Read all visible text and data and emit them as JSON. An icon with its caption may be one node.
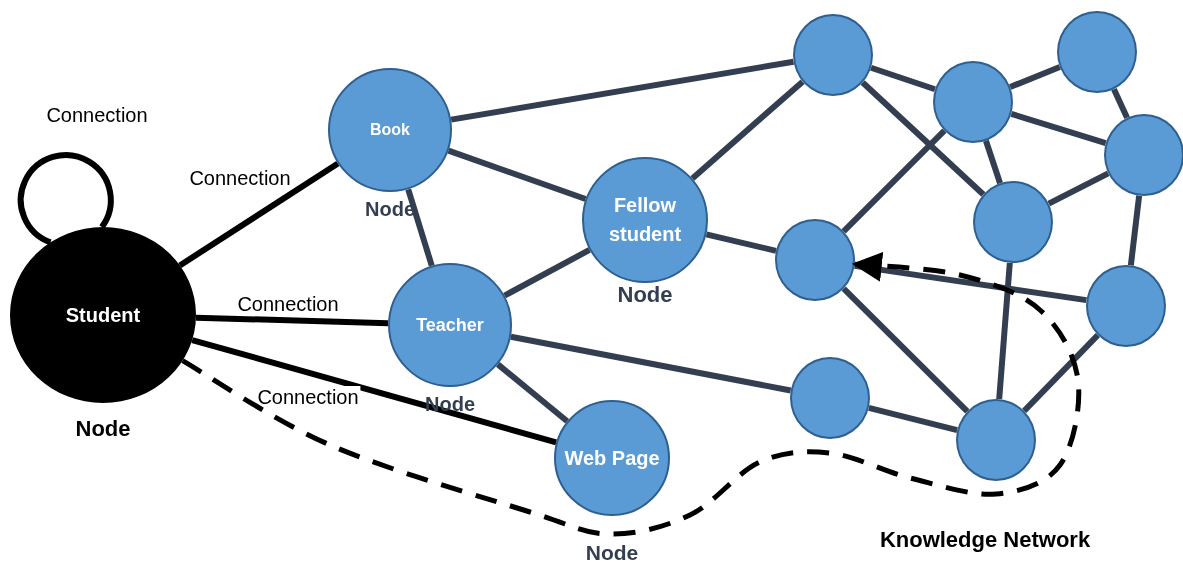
{
  "diagram": {
    "nodes": [
      {
        "text": [
          "Student"
        ],
        "beside": [
          "Node"
        ]
      },
      {
        "text": [
          "Book"
        ],
        "beside": [
          "Node"
        ]
      },
      {
        "text": [
          "Fellow student"
        ],
        "beside": [
          "Node"
        ]
      },
      {
        "text": [
          "Teacher"
        ],
        "beside": [
          "Node"
        ]
      },
      {
        "text": [
          "Web Page"
        ],
        "beside": [
          "Node"
        ]
      },
      {
        "text": [],
        "shape": "circle"
      },
      {
        "text": [],
        "shape": "circle"
      },
      {
        "text": [],
        "shape": "circle"
      },
      {
        "text": [],
        "shape": "circle"
      },
      {
        "text": [],
        "shape": "circle"
      },
      {
        "text": [],
        "shape": "circle"
      },
      {
        "text": [],
        "shape": "circle"
      },
      {
        "text": [],
        "shape": "circle"
      },
      {
        "text": [],
        "shape": "circle"
      }
    ],
    "edges": [
      {
        "from": 0,
        "to": 0,
        "arrow": "none",
        "label": "Connection",
        "color": "#000000"
      },
      {
        "from": 0,
        "to": 1,
        "arrow": "none",
        "label": "Connection",
        "color": "#000000"
      },
      {
        "from": 0,
        "to": 3,
        "arrow": "none",
        "label": "Connection",
        "color": "#000000"
      },
      {
        "from": 0,
        "to": 4,
        "arrow": "none",
        "label": "Connection",
        "color": "#000000"
      },
      {
        "from": 1,
        "to": 5,
        "arrow": "none"
      },
      {
        "from": 1,
        "to": 2,
        "arrow": "none"
      },
      {
        "from": 1,
        "to": 3,
        "arrow": "none"
      },
      {
        "from": 3,
        "to": 2,
        "arrow": "none"
      },
      {
        "from": 3,
        "to": 4,
        "arrow": "none"
      },
      {
        "from": 3,
        "to": 12,
        "arrow": "none"
      },
      {
        "from": 2,
        "to": 5,
        "arrow": "none"
      },
      {
        "from": 2,
        "to": 10,
        "arrow": "none"
      },
      {
        "from": 5,
        "to": 6,
        "arrow": "none"
      },
      {
        "from": 5,
        "to": 9,
        "arrow": "none"
      },
      {
        "from": 6,
        "to": 7,
        "arrow": "none"
      },
      {
        "from": 6,
        "to": 8,
        "arrow": "none"
      },
      {
        "from": 6,
        "to": 9,
        "arrow": "none"
      },
      {
        "from": 7,
        "to": 8,
        "arrow": "none"
      },
      {
        "from": 8,
        "to": 9,
        "arrow": "none"
      },
      {
        "from": 8,
        "to": 11,
        "arrow": "none"
      },
      {
        "from": 10,
        "to": 6,
        "arrow": "none"
      },
      {
        "from": 11,
        "to": 10,
        "arrow": "none"
      },
      {
        "from": 10,
        "to": 13,
        "arrow": "none"
      },
      {
        "from": 9,
        "to": 13,
        "arrow": "none"
      },
      {
        "from": 11,
        "to": 13,
        "arrow": "none"
      },
      {
        "from": 12,
        "to": 13,
        "arrow": "none"
      },
      {
        "from": 0,
        "to": 10,
        "arrow": "to",
        "style": "dashed",
        "color": "#000000"
      }
    ],
    "labels": [
      "Knowledge Network"
    ]
  }
}
